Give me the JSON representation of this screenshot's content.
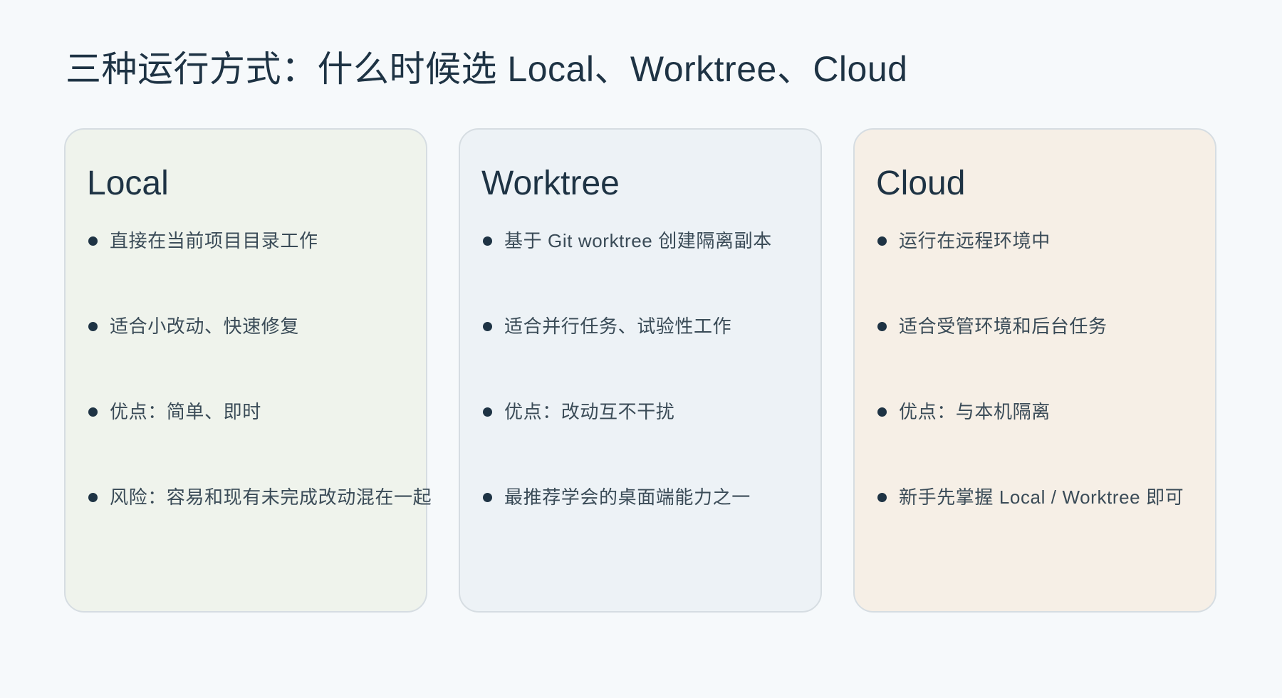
{
  "title": "三种运行方式：什么时候选 Local、Worktree、Cloud",
  "cards": [
    {
      "title": "Local",
      "background": "#eff3ec",
      "bullets": [
        "直接在当前项目目录工作",
        "适合小改动、快速修复",
        "优点：简单、即时",
        "风险：容易和现有未完成改动混在一起"
      ]
    },
    {
      "title": "Worktree",
      "background": "#edf2f6",
      "bullets": [
        "基于 Git worktree 创建隔离副本",
        "适合并行任务、试验性工作",
        "优点：改动互不干扰",
        "最推荐学会的桌面端能力之一"
      ]
    },
    {
      "title": "Cloud",
      "background": "#f6efe6",
      "bullets": [
        "运行在远程环境中",
        "适合受管环境和后台任务",
        "优点：与本机隔离",
        "新手先掌握 Local / Worktree 即可"
      ]
    }
  ],
  "colors": {
    "page_background": "#f6f9fb",
    "text_primary": "#1e3344",
    "text_secondary": "#3a4b57",
    "card_border": "#d6dde2"
  }
}
